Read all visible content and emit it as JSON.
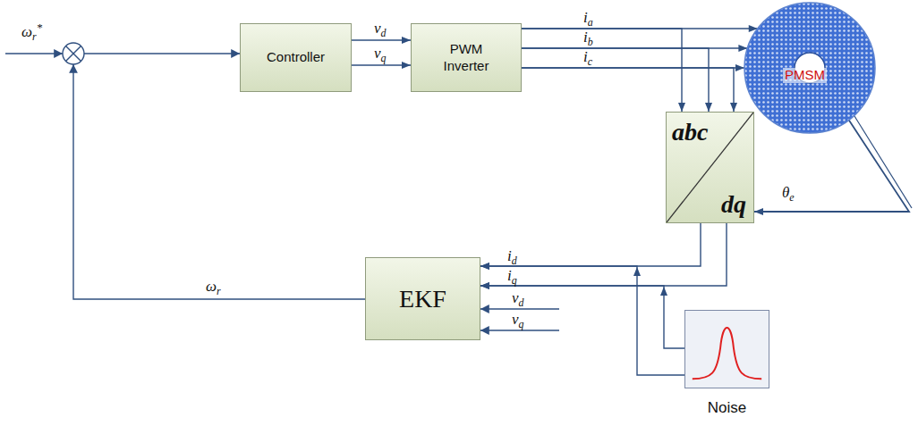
{
  "diagram": {
    "nodes": [
      {
        "text": [
          "Controller"
        ]
      },
      {
        "text": [
          "PWM Inverter"
        ]
      },
      {
        "text": [
          "PMSM"
        ]
      },
      {
        "text": [
          "abc",
          "dq"
        ]
      },
      {
        "text": [
          "EKF"
        ]
      },
      {
        "text": [
          "Noise"
        ]
      }
    ],
    "edges": [
      {
        "from": 0,
        "to": 1,
        "arrow": "to",
        "label": "vd"
      },
      {
        "from": 0,
        "to": 1,
        "arrow": "to",
        "label": "vq"
      },
      {
        "from": 1,
        "to": 2,
        "arrow": "to",
        "label": "ia"
      },
      {
        "from": 1,
        "to": 2,
        "arrow": "to",
        "label": "ib"
      },
      {
        "from": 1,
        "to": 2,
        "arrow": "to",
        "label": "ic"
      },
      {
        "from": 1,
        "to": 3,
        "arrow": "to"
      },
      {
        "from": 1,
        "to": 3,
        "arrow": "to"
      },
      {
        "from": 1,
        "to": 3,
        "arrow": "to"
      },
      {
        "from": 2,
        "to": 3,
        "arrow": "to",
        "label": "θe"
      },
      {
        "from": 3,
        "to": 4,
        "arrow": "to",
        "label": "id"
      },
      {
        "from": 3,
        "to": 4,
        "arrow": "to",
        "label": "iq"
      },
      {
        "from": 5,
        "to": 4,
        "arrow": "to"
      },
      {
        "from": 5,
        "to": 4,
        "arrow": "to"
      }
    ],
    "labels": [
      "ωr*",
      "vd",
      "vq",
      "ωr"
    ]
  }
}
